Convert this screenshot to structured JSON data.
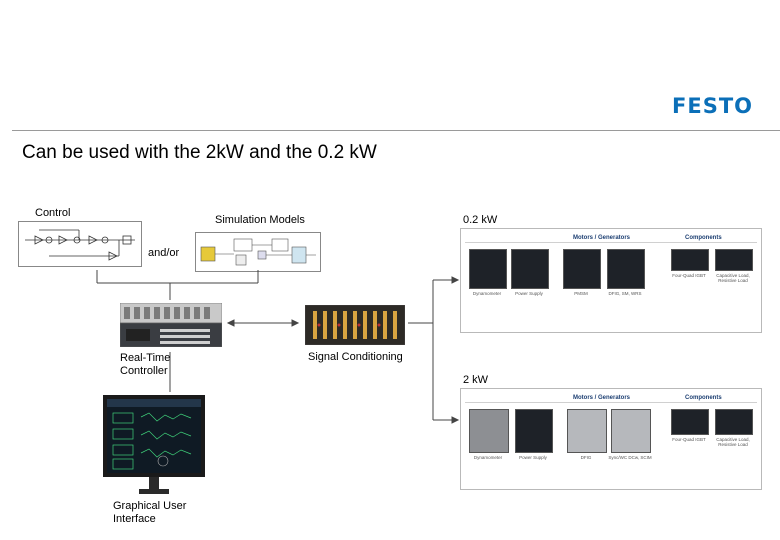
{
  "brand": {
    "logo_text": "FESTO",
    "accent": "#0b6fb8"
  },
  "slide": {
    "title": "Can be used with the 2kW and the 0.2 kW"
  },
  "labels": {
    "control": "Control",
    "simulation_models": "Simulation Models",
    "and_or": "and/or",
    "realtime_controller": "Real-Time Controller",
    "signal_conditioning": "Signal Conditioning",
    "gui": "Graphical User Interface",
    "kw02": "0.2 kW",
    "kw2": "2 kW"
  },
  "panel_02kw": {
    "motors_header": "Motors / Generators",
    "components_header": "Components",
    "items": [
      "Dynamometer",
      "Power Supply",
      "PMSM",
      "DFIG, SM, WRS",
      "Four-Quad IGBT",
      "Capacitive Load, Resistive Load"
    ]
  },
  "panel_2kw": {
    "motors_header": "Motors / Generators",
    "components_header": "Components",
    "items": [
      "Dynamometer",
      "Power Supply",
      "DFIG",
      "Sync/WC DCw, SCIM",
      "Four-Quad IGBT",
      "Capacitive Load, Resistive Load"
    ]
  },
  "icons": [
    "logo",
    "screen-icon",
    "module-icon"
  ]
}
